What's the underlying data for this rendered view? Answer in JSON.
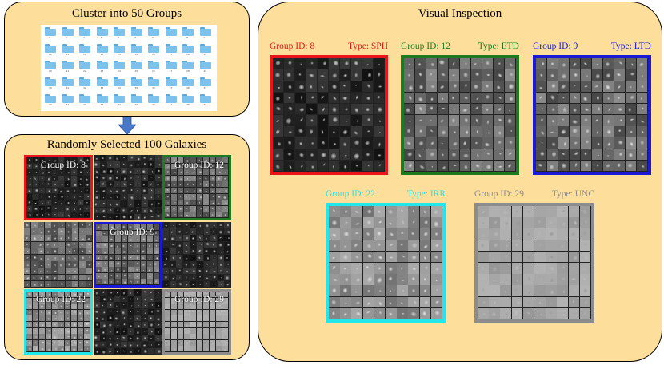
{
  "cluster_panel": {
    "title": "Cluster into 50 Groups",
    "folder_count": 50,
    "folder_numbers": [
      "0",
      "1",
      "2",
      "3",
      "4",
      "5",
      "6",
      "7",
      "8",
      "9",
      "10",
      "11",
      "12",
      "13",
      "14",
      "15",
      "16",
      "17",
      "18",
      "19",
      "20",
      "21",
      "22",
      "23",
      "24",
      "25",
      "26",
      "27",
      "28",
      "29",
      "30",
      "31",
      "32",
      "33",
      "34",
      "35",
      "36",
      "37",
      "38",
      "39",
      "40",
      "41",
      "42",
      "43",
      "44",
      "45",
      "46",
      "47",
      "48",
      "49"
    ],
    "icon": "folder-icon",
    "folder_color": "#7cc2ec"
  },
  "arrow": {
    "icon": "down-arrow-icon",
    "color": "#4a78c8"
  },
  "selected_panel": {
    "title": "Randomly Selected 100 Galaxies",
    "tiles": [
      {
        "group_label": "Group ID: 8",
        "tone": "dark",
        "frame": "#e8161b"
      },
      {
        "group_label": "",
        "tone": "dark",
        "frame": ""
      },
      {
        "group_label": "Group ID: 12",
        "tone": "mid",
        "frame": "#1f7a1f"
      },
      {
        "group_label": "",
        "tone": "mid",
        "frame": ""
      },
      {
        "group_label": "Group ID: 9",
        "tone": "mid",
        "frame": "#1a1ad6"
      },
      {
        "group_label": "",
        "tone": "dark",
        "frame": ""
      },
      {
        "group_label": "Group ID: 22",
        "tone": "light",
        "frame": "#23e5ea"
      },
      {
        "group_label": "",
        "tone": "dark",
        "frame": ""
      },
      {
        "group_label": "Group ID: 29",
        "tone": "pale",
        "frame": "#8c8c8c"
      }
    ]
  },
  "inspection_panel": {
    "title": "Visual Inspection",
    "groups": [
      {
        "group_label": "Group ID: 8",
        "type_label": "Type: SPH",
        "color": "#e8161b",
        "tone": "dark"
      },
      {
        "group_label": "Group ID: 12",
        "type_label": "Type: ETD",
        "color": "#1f7a1f",
        "tone": "mid"
      },
      {
        "group_label": "Group ID: 9",
        "type_label": "Type: LTD",
        "color": "#1a1ad6",
        "tone": "mid"
      },
      {
        "group_label": "Group ID: 22",
        "type_label": "Type: IRR",
        "color": "#23e5ea",
        "tone": "light"
      },
      {
        "group_label": "Group ID: 29",
        "type_label": "Type: UNC",
        "color": "#8c8c8c",
        "tone": "pale"
      }
    ]
  }
}
